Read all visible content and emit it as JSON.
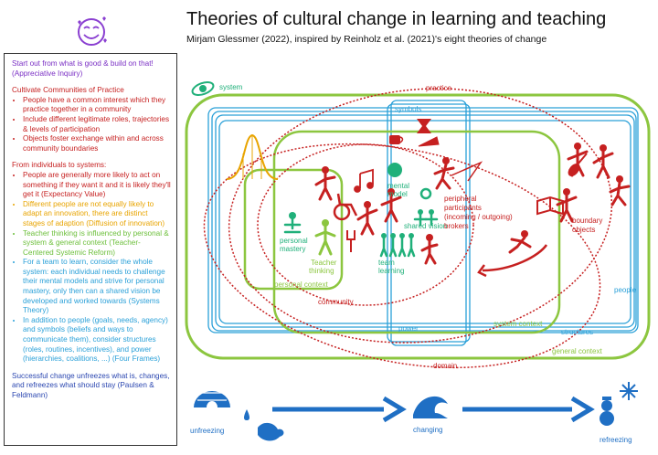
{
  "header": {
    "title": "Theories of cultural change in learning and teaching",
    "subtitle": "Mirjam Glessmer (2022), inspired by Reinholz et al. (2021)'s eight theories of change"
  },
  "sidebar": {
    "intro": "Start out from what is good & build on that! (Appreciative Inquiry)",
    "cop_heading": "Cultivate Communities of Practice",
    "cop_items": [
      "People have a common interest which they practice together in a community",
      "Include different legitimate roles, trajectories & levels of participation",
      "Objects foster exchange within and across community boundaries"
    ],
    "systems_heading": "From individuals to systems:",
    "systems_items": [
      {
        "text": "People are generally more likely to act on something if they want it and it is likely they'll get it (Expectancy Value)",
        "color": "red"
      },
      {
        "text": "Different people are not equally likely to adapt an innovation, there are distinct stages of adaption (Diffusion of innovation)",
        "color": "orange"
      },
      {
        "text": "Teacher thinking is influenced by personal & system & general context (Teacher-Centered Systemic Reform)",
        "color": "green"
      },
      {
        "text": "For a team to learn, consider the whole system: each individual needs to challenge their mental models and strive for personal mastery, only then can a shared vision be developed and worked towards (Systems Theory)",
        "color": "blue"
      },
      {
        "text": "In addition to people (goals, needs, agency) and symbols (beliefs and ways to communicate them), consider structures (roles, routines, incentives), and power (hierarchies, coalitions, ...) (Four Frames)",
        "color": "blue"
      }
    ],
    "outro": "Successful change unfreezes what is, changes, and refreezes what should stay (Paulsen & Feldmann)"
  },
  "diagram": {
    "labels": {
      "system": "system",
      "practice": "practice",
      "symbols": "symbols",
      "mental_model_1": "mental",
      "mental_model_2": "model",
      "personal_mastery_1": "personal",
      "personal_mastery_2": "mastery",
      "teacher_thinking_1": "Teacher",
      "teacher_thinking_2": "thinking",
      "shared_vision": "shared vision",
      "team_learning_1": "team",
      "team_learning_2": "learning",
      "peripheral_1": "peripheral",
      "peripheral_2": "participants",
      "peripheral_3": "(incoming / outgoing)",
      "peripheral_4": "brokers",
      "boundary_1": "boundary",
      "boundary_2": "objects",
      "personal_context": "personal context",
      "community": "community",
      "people": "people",
      "system_context": "system context",
      "power": "power",
      "structures": "structures",
      "general_context": "general context",
      "domain": "domain"
    },
    "process": {
      "unfreezing": "unfreezing",
      "changing": "changing",
      "refreezing": "refreezing"
    }
  },
  "colors": {
    "red": "#c62020",
    "green": "#8cc63f",
    "blue": "#2aa0d8",
    "darkblue": "#1f6fc4",
    "orange": "#e8a400",
    "teal": "#20b07a",
    "purple": "#7a2fc4"
  },
  "icons": [
    "smiling-face-with-hearts-icon",
    "galaxy-icon",
    "hourglass-icon",
    "coffee-cup-icon",
    "music-note-icon",
    "tuning-fork-icon",
    "book-icon",
    "violin-icon",
    "igloo-icon",
    "water-drop-icon",
    "wave-icon",
    "snowman-icon",
    "snowflake-icon"
  ]
}
